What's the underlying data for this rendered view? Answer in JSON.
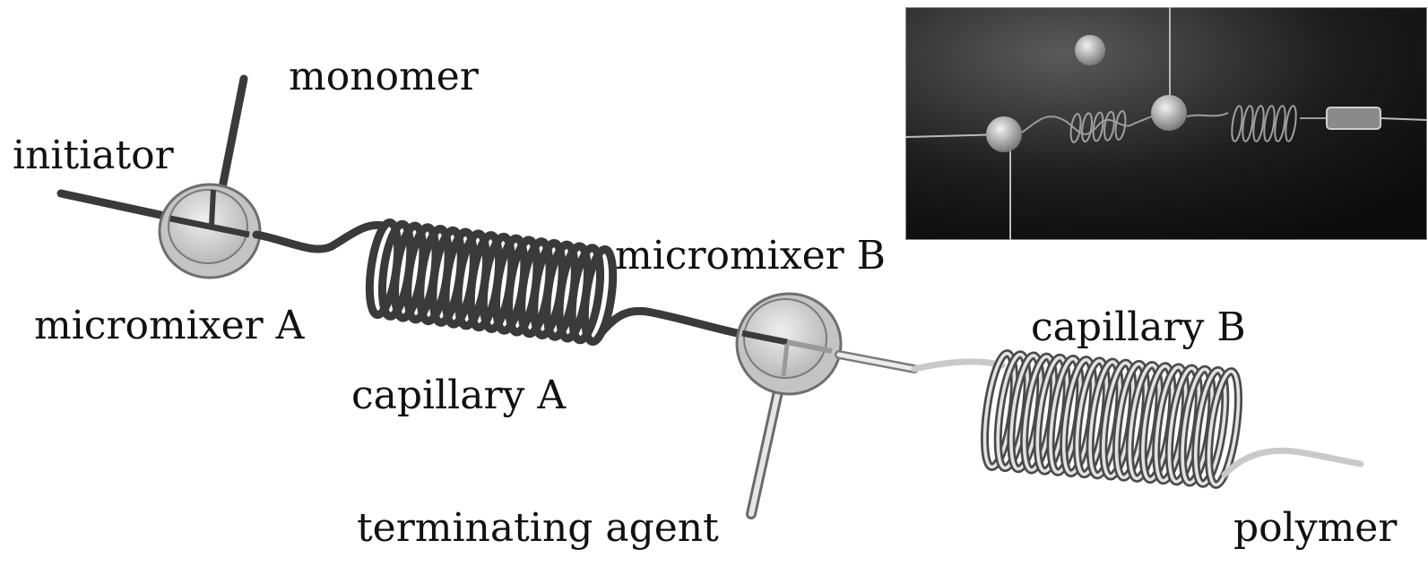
{
  "labels": {
    "monomer": "monomer",
    "initiator": "initiator",
    "micromixer_a": "micromixer A",
    "capillary_a": "capillary A",
    "micromixer_b": "micromixer B",
    "capillary_b": "capillary B",
    "terminating_agent": "terminating agent",
    "polymer": "polymer"
  },
  "colors": {
    "dark_tube": "#3a3a3a",
    "light_tube": "#c9c9c9",
    "mixer_fill": "#d8d8d8",
    "mixer_rim": "#6e6e6e",
    "photo_bg": "#1c1c1c"
  }
}
